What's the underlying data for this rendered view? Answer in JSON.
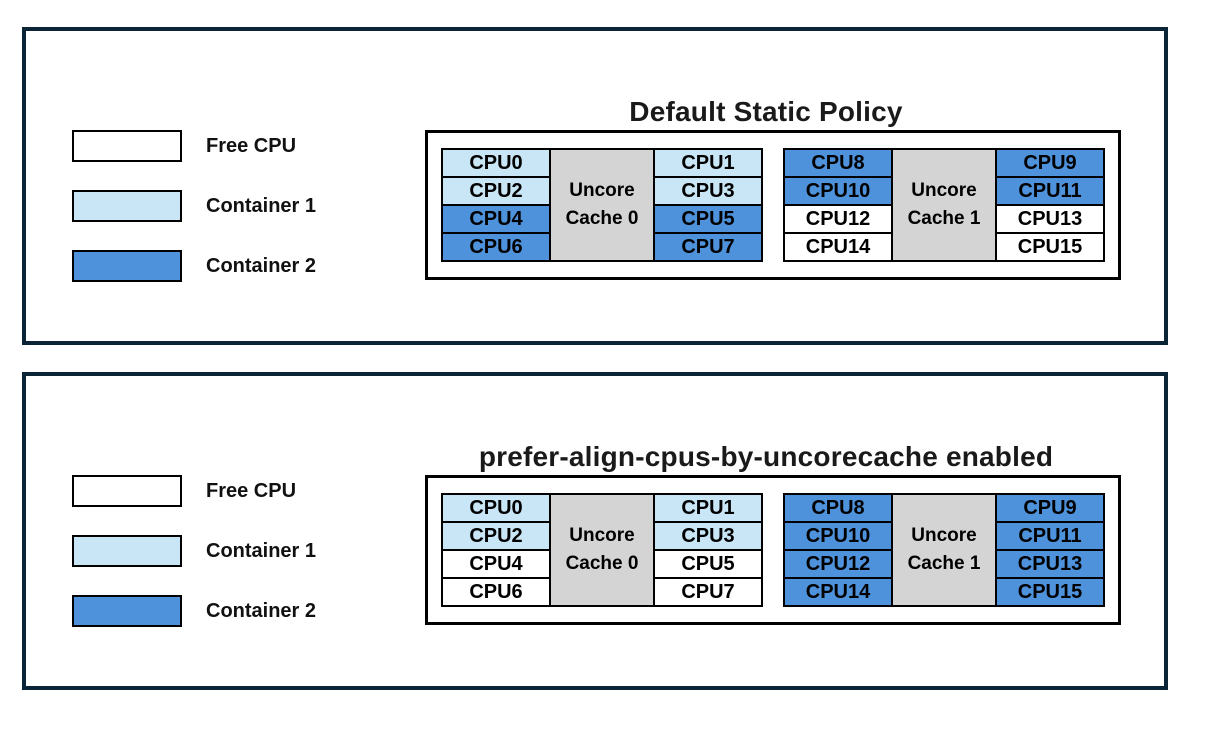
{
  "colors": {
    "free": "#FFFFFF",
    "container1": "#C8E6F6",
    "container2": "#4E92DC",
    "cache-fill": "#D4D4D4",
    "panel-border": "#0C2536",
    "text": "#111111"
  },
  "legend": [
    {
      "label": "Free CPU",
      "state": "free"
    },
    {
      "label": "Container 1",
      "state": "container1"
    },
    {
      "label": "Container 2",
      "state": "container2"
    }
  ],
  "panels": [
    {
      "title": "Default Static Policy",
      "blocks": [
        {
          "cache_label": "Uncore Cache 0",
          "left": [
            {
              "label": "CPU0",
              "state": "container1"
            },
            {
              "label": "CPU2",
              "state": "container1"
            },
            {
              "label": "CPU4",
              "state": "container2"
            },
            {
              "label": "CPU6",
              "state": "container2"
            }
          ],
          "right": [
            {
              "label": "CPU1",
              "state": "container1"
            },
            {
              "label": "CPU3",
              "state": "container1"
            },
            {
              "label": "CPU5",
              "state": "container2"
            },
            {
              "label": "CPU7",
              "state": "container2"
            }
          ]
        },
        {
          "cache_label": "Uncore Cache 1",
          "left": [
            {
              "label": "CPU8",
              "state": "container2"
            },
            {
              "label": "CPU10",
              "state": "container2"
            },
            {
              "label": "CPU12",
              "state": "free"
            },
            {
              "label": "CPU14",
              "state": "free"
            }
          ],
          "right": [
            {
              "label": "CPU9",
              "state": "container2"
            },
            {
              "label": "CPU11",
              "state": "container2"
            },
            {
              "label": "CPU13",
              "state": "free"
            },
            {
              "label": "CPU15",
              "state": "free"
            }
          ]
        }
      ]
    },
    {
      "title": "prefer-align-cpus-by-uncorecache enabled",
      "blocks": [
        {
          "cache_label": "Uncore Cache 0",
          "left": [
            {
              "label": "CPU0",
              "state": "container1"
            },
            {
              "label": "CPU2",
              "state": "container1"
            },
            {
              "label": "CPU4",
              "state": "free"
            },
            {
              "label": "CPU6",
              "state": "free"
            }
          ],
          "right": [
            {
              "label": "CPU1",
              "state": "container1"
            },
            {
              "label": "CPU3",
              "state": "container1"
            },
            {
              "label": "CPU5",
              "state": "free"
            },
            {
              "label": "CPU7",
              "state": "free"
            }
          ]
        },
        {
          "cache_label": "Uncore Cache 1",
          "left": [
            {
              "label": "CPU8",
              "state": "container2"
            },
            {
              "label": "CPU10",
              "state": "container2"
            },
            {
              "label": "CPU12",
              "state": "container2"
            },
            {
              "label": "CPU14",
              "state": "container2"
            }
          ],
          "right": [
            {
              "label": "CPU9",
              "state": "container2"
            },
            {
              "label": "CPU11",
              "state": "container2"
            },
            {
              "label": "CPU13",
              "state": "container2"
            },
            {
              "label": "CPU15",
              "state": "container2"
            }
          ]
        }
      ]
    }
  ]
}
